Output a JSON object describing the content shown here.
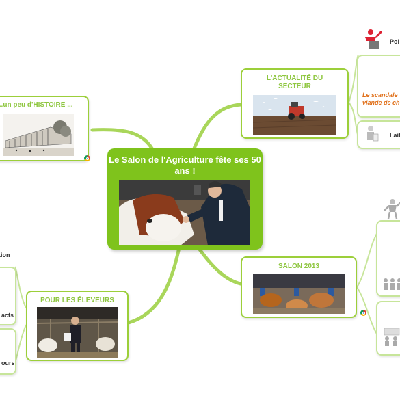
{
  "central": {
    "title": "Le Salon de l'Agriculture fête ses 50 ans !"
  },
  "branches": {
    "histoire": {
      "title": "...un peu d'HISTOIRE ..."
    },
    "actualite": {
      "title": "L'ACTUALITÉ DU SECTEUR"
    },
    "eleveurs": {
      "title": "POUR LES ÉLEVEURS"
    },
    "salon": {
      "title": "SALON 2013"
    }
  },
  "right_items": {
    "pol": "Pol",
    "scandale_line1": "Le scandale",
    "scandale_line2": "viande de ch",
    "lait": "Lait"
  },
  "left_items": {
    "tion": "tion",
    "acts": "acts",
    "ours": "ours"
  },
  "icons": [
    "chrome-icon",
    "speaker-podium-icon",
    "milk-person-icon",
    "person-figure-icon",
    "crowd-icon",
    "group-icon"
  ],
  "colors": {
    "branch": "#9ccf3a",
    "central": "#7fc31c",
    "title": "#8ec63f",
    "emphasis": "#e0701a"
  }
}
